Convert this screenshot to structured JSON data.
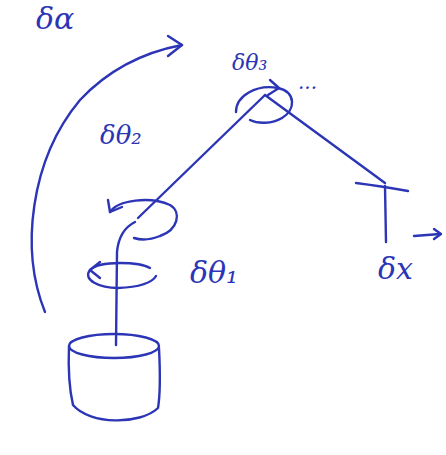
{
  "diagram": {
    "labels": [
      "δα",
      "δθ₂",
      "δθ₃",
      "...",
      "δθ₁",
      "δx"
    ]
  }
}
